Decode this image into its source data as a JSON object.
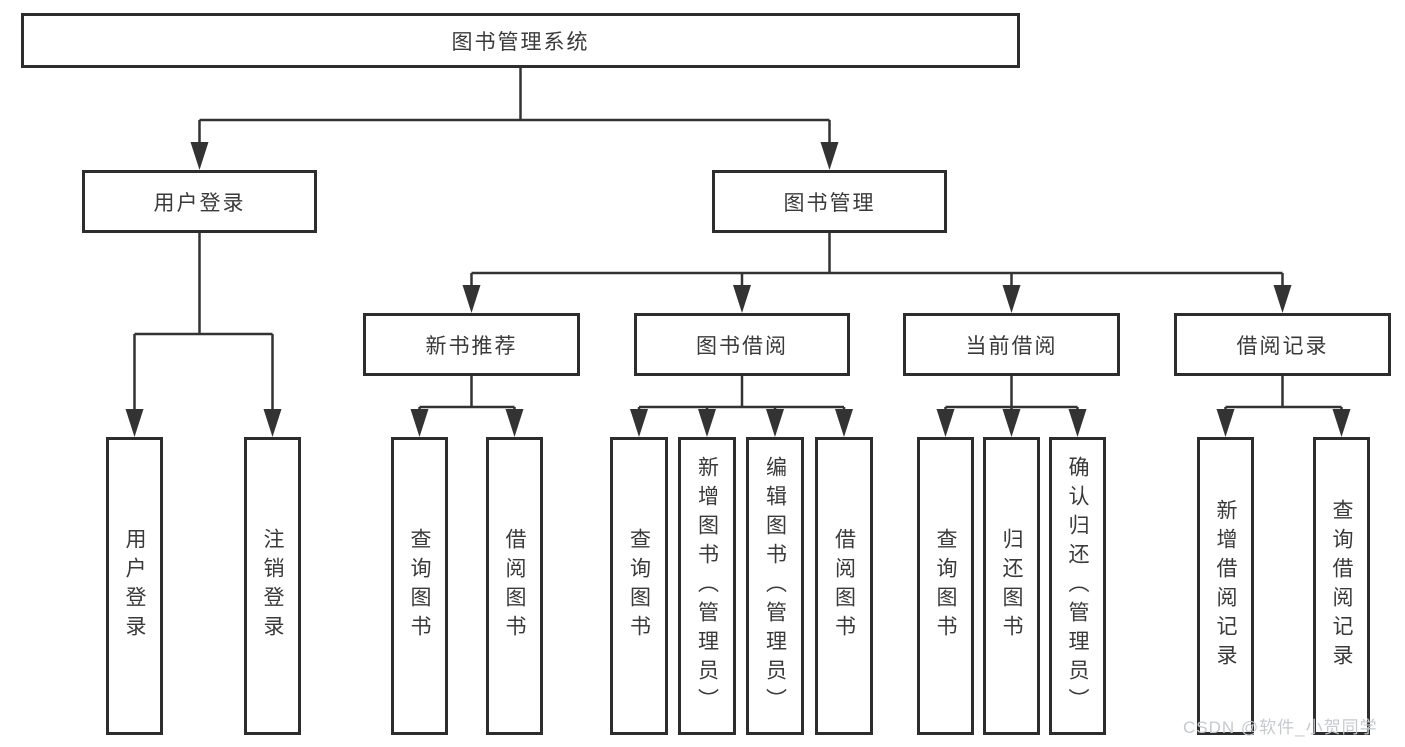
{
  "diagram": {
    "watermark": "CSDN @软件_小贺同学",
    "colors": {
      "line": "#333333",
      "box_border": "#2d2d2d",
      "text": "#3a3a3a",
      "watermark": "#c6c9cd",
      "background": "#ffffff"
    }
  },
  "nodes": {
    "root": {
      "label": "图书管理系统"
    },
    "level1": [
      {
        "label": "用户登录"
      },
      {
        "label": "图书管理"
      }
    ],
    "level2": [
      {
        "label": "新书推荐",
        "parent": "图书管理"
      },
      {
        "label": "图书借阅",
        "parent": "图书管理"
      },
      {
        "label": "当前借阅",
        "parent": "图书管理"
      },
      {
        "label": "借阅记录",
        "parent": "图书管理"
      }
    ],
    "leaves": [
      {
        "label": "用户登录",
        "parent": "用户登录"
      },
      {
        "label": "注销登录",
        "parent": "用户登录"
      },
      {
        "label": "查询图书",
        "parent": "新书推荐"
      },
      {
        "label": "借阅图书",
        "parent": "新书推荐"
      },
      {
        "label": "查询图书",
        "parent": "图书借阅"
      },
      {
        "label": "新增图书（管理员）",
        "parent": "图书借阅"
      },
      {
        "label": "编辑图书（管理员）",
        "parent": "图书借阅"
      },
      {
        "label": "借阅图书",
        "parent": "图书借阅"
      },
      {
        "label": "查询图书",
        "parent": "当前借阅"
      },
      {
        "label": "归还图书",
        "parent": "当前借阅"
      },
      {
        "label": "确认归还（管理员）",
        "parent": "当前借阅"
      },
      {
        "label": "新增借阅记录",
        "parent": "借阅记录"
      },
      {
        "label": "查询借阅记录",
        "parent": "借阅记录"
      }
    ]
  }
}
